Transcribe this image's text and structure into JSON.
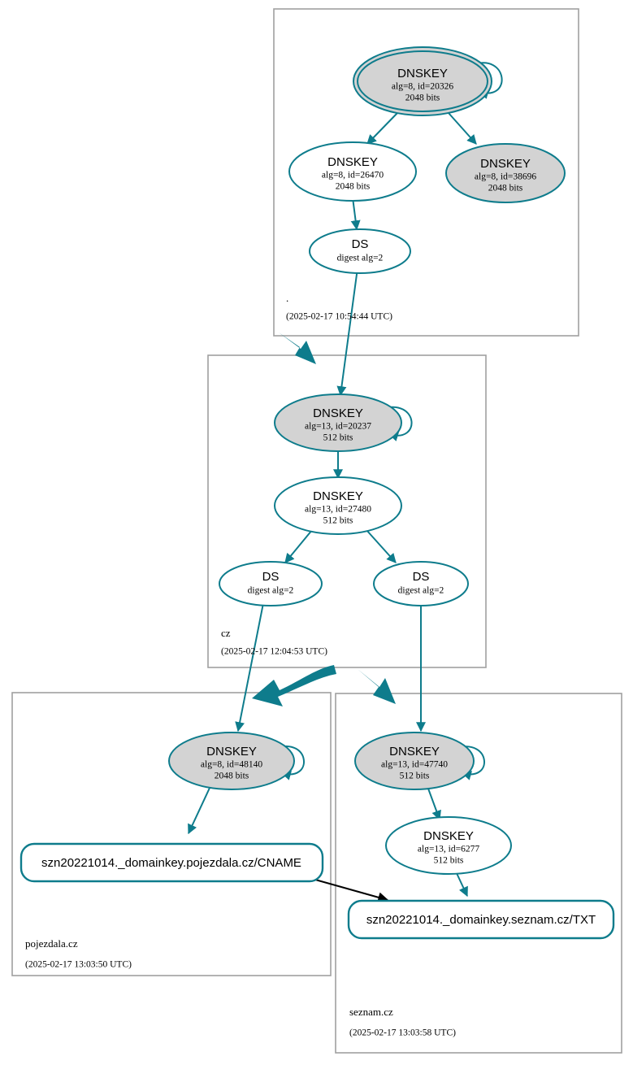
{
  "diagram": {
    "type": "dnssec-authentication-chain",
    "title": "DNSSEC validation graph",
    "colors": {
      "edge_teal": "#0e7c8c",
      "node_fill_secure": "#d3d3d3",
      "node_fill_plain": "#ffffff",
      "zone_border": "#a0a0a0",
      "cname_edge": "#000000"
    }
  },
  "zones": [
    {
      "id": "root",
      "label": ".",
      "timestamp": "(2025-02-17 10:54:44 UTC)",
      "nodes": [
        {
          "id": "root-ksk",
          "kind": "DNSKEY",
          "title": "DNSKEY",
          "line2": "alg=8, id=20326",
          "line3": "2048 bits",
          "shaded": true,
          "double_border": true,
          "self_signed": true
        },
        {
          "id": "root-zsk",
          "kind": "DNSKEY",
          "title": "DNSKEY",
          "line2": "alg=8, id=26470",
          "line3": "2048 bits",
          "shaded": false,
          "double_border": false,
          "self_signed": false
        },
        {
          "id": "root-key-38696",
          "kind": "DNSKEY",
          "title": "DNSKEY",
          "line2": "alg=8, id=38696",
          "line3": "2048 bits",
          "shaded": true,
          "double_border": false,
          "self_signed": false
        },
        {
          "id": "root-ds-cz",
          "kind": "DS",
          "title": "DS",
          "line2": "digest alg=2",
          "line3": "",
          "shaded": false,
          "double_border": false,
          "self_signed": false
        }
      ]
    },
    {
      "id": "cz",
      "label": "cz",
      "timestamp": "(2025-02-17 12:04:53 UTC)",
      "nodes": [
        {
          "id": "cz-ksk",
          "kind": "DNSKEY",
          "title": "DNSKEY",
          "line2": "alg=13, id=20237",
          "line3": "512 bits",
          "shaded": true,
          "double_border": false,
          "self_signed": true
        },
        {
          "id": "cz-zsk",
          "kind": "DNSKEY",
          "title": "DNSKEY",
          "line2": "alg=13, id=27480",
          "line3": "512 bits",
          "shaded": false,
          "double_border": false,
          "self_signed": false
        },
        {
          "id": "cz-ds-pojezdala",
          "kind": "DS",
          "title": "DS",
          "line2": "digest alg=2",
          "line3": "",
          "shaded": false,
          "double_border": false,
          "self_signed": false
        },
        {
          "id": "cz-ds-seznam",
          "kind": "DS",
          "title": "DS",
          "line2": "digest alg=2",
          "line3": "",
          "shaded": false,
          "double_border": false,
          "self_signed": false
        }
      ]
    },
    {
      "id": "pojezdala",
      "label": "pojezdala.cz",
      "timestamp": "(2025-02-17 13:03:50 UTC)",
      "nodes": [
        {
          "id": "poj-ksk",
          "kind": "DNSKEY",
          "title": "DNSKEY",
          "line2": "alg=8, id=48140",
          "line3": "2048 bits",
          "shaded": true,
          "double_border": false,
          "self_signed": true
        },
        {
          "id": "poj-cname",
          "kind": "RRset",
          "title": "szn20221014._domainkey.pojezdala.cz/CNAME",
          "line2": "",
          "line3": "",
          "shaded": false,
          "double_border": false,
          "self_signed": false
        }
      ]
    },
    {
      "id": "seznam",
      "label": "seznam.cz",
      "timestamp": "(2025-02-17 13:03:58 UTC)",
      "nodes": [
        {
          "id": "szn-ksk",
          "kind": "DNSKEY",
          "title": "DNSKEY",
          "line2": "alg=13, id=47740",
          "line3": "512 bits",
          "shaded": true,
          "double_border": false,
          "self_signed": true
        },
        {
          "id": "szn-zsk",
          "kind": "DNSKEY",
          "title": "DNSKEY",
          "line2": "alg=13, id=6277",
          "line3": "512 bits",
          "shaded": false,
          "double_border": false,
          "self_signed": false
        },
        {
          "id": "szn-txt",
          "kind": "RRset",
          "title": "szn20221014._domainkey.seznam.cz/TXT",
          "line2": "",
          "line3": "",
          "shaded": false,
          "double_border": false,
          "self_signed": false
        }
      ]
    }
  ],
  "edges": [
    {
      "from": "root-ksk",
      "to": "root-ksk",
      "style": "self-loop",
      "color": "teal"
    },
    {
      "from": "root-ksk",
      "to": "root-zsk",
      "style": "signs",
      "color": "teal"
    },
    {
      "from": "root-ksk",
      "to": "root-key-38696",
      "style": "signs",
      "color": "teal"
    },
    {
      "from": "root-zsk",
      "to": "root-ds-cz",
      "style": "signs",
      "color": "teal"
    },
    {
      "from": "root-ds-cz",
      "to": "cz-ksk",
      "style": "ds-to-dnskey",
      "color": "teal"
    },
    {
      "from": "root",
      "to": "cz",
      "style": "delegation",
      "color": "teal"
    },
    {
      "from": "cz-ksk",
      "to": "cz-ksk",
      "style": "self-loop",
      "color": "teal"
    },
    {
      "from": "cz-ksk",
      "to": "cz-zsk",
      "style": "signs",
      "color": "teal"
    },
    {
      "from": "cz-zsk",
      "to": "cz-ds-pojezdala",
      "style": "signs",
      "color": "teal"
    },
    {
      "from": "cz-zsk",
      "to": "cz-ds-seznam",
      "style": "signs",
      "color": "teal"
    },
    {
      "from": "cz-ds-pojezdala",
      "to": "poj-ksk",
      "style": "ds-to-dnskey",
      "color": "teal"
    },
    {
      "from": "cz-ds-seznam",
      "to": "szn-ksk",
      "style": "ds-to-dnskey",
      "color": "teal"
    },
    {
      "from": "cz",
      "to": "pojezdala",
      "style": "delegation",
      "color": "teal"
    },
    {
      "from": "cz",
      "to": "seznam",
      "style": "delegation",
      "color": "teal"
    },
    {
      "from": "poj-ksk",
      "to": "poj-ksk",
      "style": "self-loop",
      "color": "teal"
    },
    {
      "from": "poj-ksk",
      "to": "poj-cname",
      "style": "signs",
      "color": "teal"
    },
    {
      "from": "szn-ksk",
      "to": "szn-ksk",
      "style": "self-loop",
      "color": "teal"
    },
    {
      "from": "szn-ksk",
      "to": "szn-zsk",
      "style": "signs",
      "color": "teal"
    },
    {
      "from": "szn-zsk",
      "to": "szn-txt",
      "style": "signs",
      "color": "teal"
    },
    {
      "from": "poj-cname",
      "to": "szn-txt",
      "style": "cname-alias",
      "color": "black"
    }
  ]
}
